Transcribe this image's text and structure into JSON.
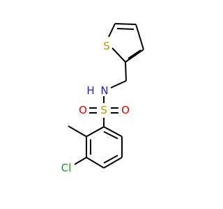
{
  "colors": {
    "bond": "#000000",
    "carbon": "#000000",
    "sulfur": "#b3a100",
    "nitrogen": "#1f23d4",
    "oxygen": "#e00000",
    "chlorine": "#1a9b1a"
  },
  "atoms": {
    "thiophene_s": "S",
    "sulfonyl_s": "S",
    "nh_n": "N",
    "nh_h": "H",
    "oxygen_left": "O",
    "oxygen_right": "O",
    "chlorine": "Cl"
  }
}
